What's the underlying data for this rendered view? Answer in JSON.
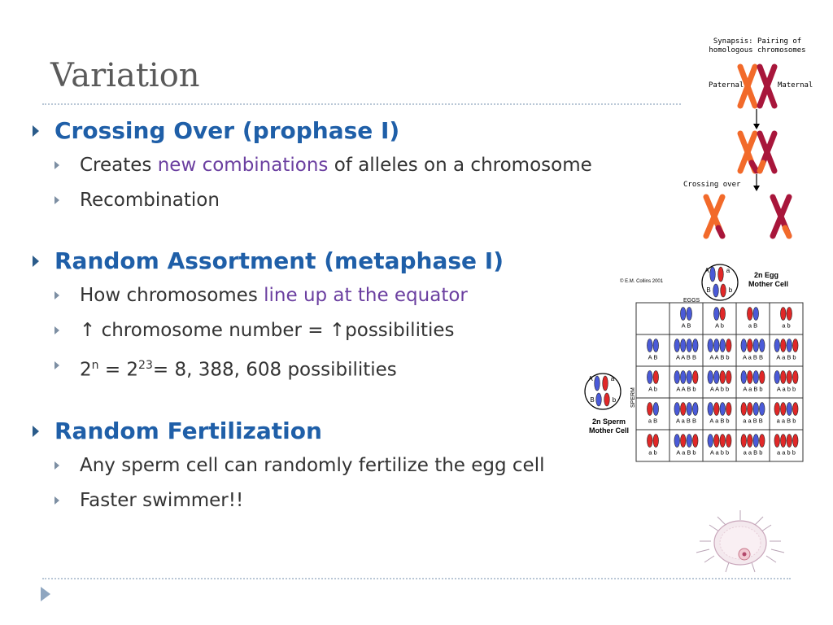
{
  "slide": {
    "title": "Variation",
    "bullets": [
      {
        "heading": "Crossing Over (prophase I)",
        "subs": [
          {
            "parts": [
              "Creates ",
              "new combinations",
              " of alleles on a chromosome"
            ]
          },
          {
            "parts": [
              "Recombination"
            ]
          }
        ]
      },
      {
        "heading": "Random Assortment (metaphase I)",
        "subs": [
          {
            "parts": [
              "How chromosomes ",
              "line up at the equator"
            ]
          },
          {
            "parts": [
              "↑ chromosome number = ↑possibilities"
            ]
          },
          {
            "parts": [
              "2",
              "n",
              " = 2",
              "23",
              "= 8, 388, 608 possibilities"
            ]
          }
        ]
      },
      {
        "heading": "Random Fertilization",
        "subs": [
          {
            "parts": [
              "Any sperm cell can randomly fertilize the egg cell"
            ]
          },
          {
            "parts": [
              "Faster swimmer!!"
            ]
          }
        ]
      }
    ]
  },
  "synapsis_figure": {
    "title_line1": "Synapsis: Pairing of",
    "title_line2": "homologous chromosomes",
    "paternal": "Paternal",
    "maternal": "Maternal",
    "crossing_over": "Crossing over"
  },
  "punnett_figure": {
    "copyright": "© E.M. Collins 2001",
    "egg_cell_label_1": "2n Egg",
    "egg_cell_label_2": "Mother Cell",
    "sperm_cell_label_1": "2n Sperm",
    "sperm_cell_label_2": "Mother Cell",
    "eggs_label": "EGGS",
    "sperm_label": "SPERM",
    "egg_cell_letters": [
      "A",
      "a",
      "B",
      "b"
    ],
    "sperm_cell_letters": [
      "A",
      "a",
      "B",
      "b"
    ],
    "egg_headers": [
      "A  B",
      "A  b",
      "a  B",
      "a  b"
    ],
    "sperm_headers": [
      "A  B",
      "A  b",
      "a  B",
      "a  b"
    ],
    "cells": [
      [
        "A A B B",
        "A A B b",
        "A a B B",
        "A a B b"
      ],
      [
        "A A B b",
        "A A b b",
        "A a B b",
        "A a b b"
      ],
      [
        "A a B B",
        "A a B b",
        "a a B B",
        "a a B b"
      ],
      [
        "A a B b",
        "A a b b",
        "a a B b",
        "a a b b"
      ]
    ]
  },
  "colors": {
    "heading": "#1f5fa8",
    "highlight": "#6b3fa0",
    "paternal": "#f26a2a",
    "maternal": "#a8163b",
    "blue_chromosome": "#4a5ad8",
    "red_chromosome": "#e02828"
  }
}
